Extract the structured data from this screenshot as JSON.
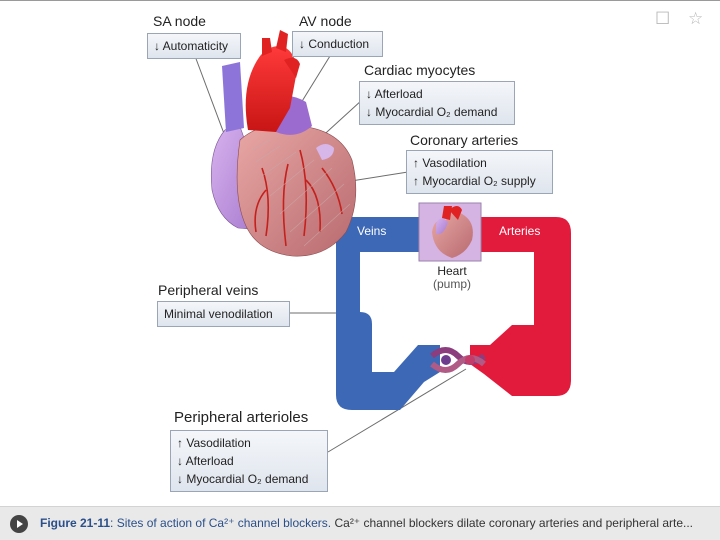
{
  "labels": {
    "sa_node": {
      "title": "SA node",
      "items": [
        "↓ Automaticity"
      ]
    },
    "av_node": {
      "title": "AV node",
      "items": [
        "↓ Conduction"
      ]
    },
    "cardiac_myocytes": {
      "title": "Cardiac myocytes",
      "items": [
        "↓ Afterload",
        "↓ Myocardial O₂ demand"
      ]
    },
    "coronary_arteries": {
      "title": "Coronary arteries",
      "items": [
        "↑ Vasodilation",
        "↑ Myocardial O₂ supply"
      ]
    },
    "peripheral_veins": {
      "title": "Peripheral veins",
      "items": [
        "Minimal venodilation"
      ]
    },
    "peripheral_arterioles": {
      "title": "Peripheral arterioles",
      "items": [
        "↑ Vasodilation",
        "↓ Afterload",
        "↓ Myocardial O₂ demand"
      ]
    }
  },
  "circuit": {
    "veins_label": "Veins",
    "arteries_label": "Arteries",
    "heart_label": "Heart",
    "heart_sublabel": "(pump)"
  },
  "caption": {
    "figure": "Figure 21-11",
    "lead": ": Sites of action of Ca²⁺ channel blockers.",
    "text": " Ca²⁺ channel blockers dilate coronary arteries and peripheral arte..."
  },
  "colors": {
    "veins": "#3d68b6",
    "arteries": "#e21b3d",
    "heart_muscle": "#d9898b",
    "atria": "#c89be0"
  }
}
